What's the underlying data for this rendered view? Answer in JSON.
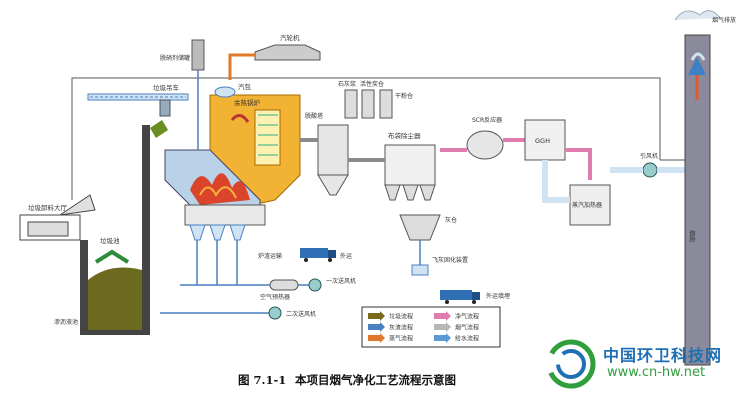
{
  "labels": {
    "steam_turbine": "汽轮机",
    "fly_ash_silo": "脱硝剂储罐",
    "drum": "汽包",
    "waste_crane": "垃圾吊车",
    "waste_heat_boiler": "余热锅炉",
    "deacidify_tower": "脱酸塔",
    "lime_silo": "石灰浆",
    "activated_carbon": "活性炭仓",
    "dry_powder_silo": "干粉仓",
    "bag_filter": "布袋除尘器",
    "scr_reactor": "SCR反应器",
    "ggh": "GGH",
    "induced_fan": "引风机",
    "stack": "烟囱",
    "stack_output": "烟气排放",
    "unloading_hall": "垃圾卸料大厅",
    "waste_pit": "垃圾池",
    "leachate": "渗沥液池",
    "ash_pit": "灰仓",
    "slag_transport": "外运",
    "boiler_ash": "炉渣运输",
    "air_preheater": "空气预热器",
    "primary_fan": "一次送风机",
    "secondary_fan": "二次送风机",
    "fly_ash_solidify": "飞灰固化装置",
    "landfill": "外运填埋",
    "steam_heater": "蒸汽加热器"
  },
  "legend": {
    "items": [
      {
        "label": "垃圾流程",
        "color": "#7a6a1e"
      },
      {
        "label": "净气流程",
        "color": "#e07cae"
      },
      {
        "label": "灰渣流程",
        "color": "#4a7fc1"
      },
      {
        "label": "烟气流程",
        "color": "#b8b8b8"
      },
      {
        "label": "蒸气流程",
        "color": "#e0782a"
      },
      {
        "label": "给水流程",
        "color": "#5a9bd5"
      }
    ]
  },
  "caption": {
    "number": "图 7.1-1",
    "title": "本项目烟气净化工艺流程示意图"
  },
  "watermark": {
    "name": "中国环卫科技网",
    "url": "www.cn-hw.net"
  },
  "colors": {
    "boiler": "#f2b233",
    "duct": "#cfe3f3",
    "pipe_blue": "#3f7fc6",
    "flue_gray": "#8a8a8a",
    "fire": "#d9442b"
  }
}
